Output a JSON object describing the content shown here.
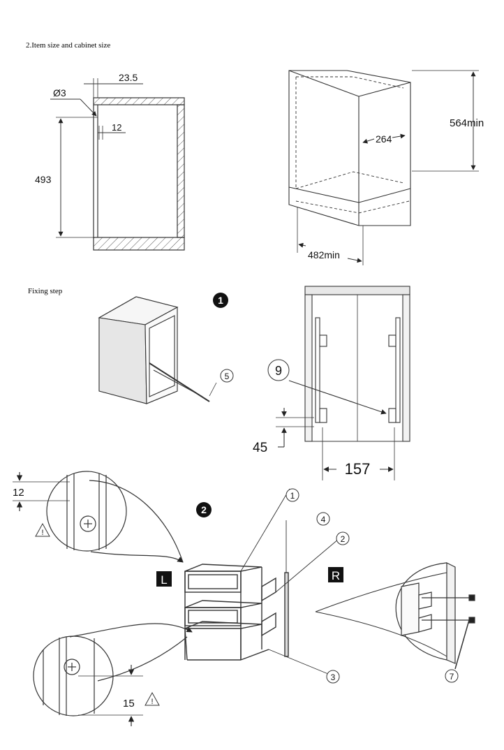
{
  "heading": "2.Item size and cabinet size",
  "fixing_step": "Fixing step",
  "section_view": {
    "dim_top": "23.5",
    "dim_dia": "Ø3",
    "dim_gap": "12",
    "dim_height": "493"
  },
  "cabinet_view": {
    "dim_height": "564min",
    "dim_depth": "264",
    "dim_width": "482min"
  },
  "step1": {
    "badge": "1",
    "part_5": "5",
    "part_9": "9",
    "dim_45": "45",
    "dim_157": "157"
  },
  "step2": {
    "badge": "2",
    "detail_top_dim": "12",
    "detail_bottom_dim": "15",
    "warning_symbol": "!",
    "label_left": "L",
    "label_right": "R",
    "part_1": "1",
    "part_2": "2",
    "part_3": "3",
    "part_4": "4",
    "part_7": "7"
  }
}
